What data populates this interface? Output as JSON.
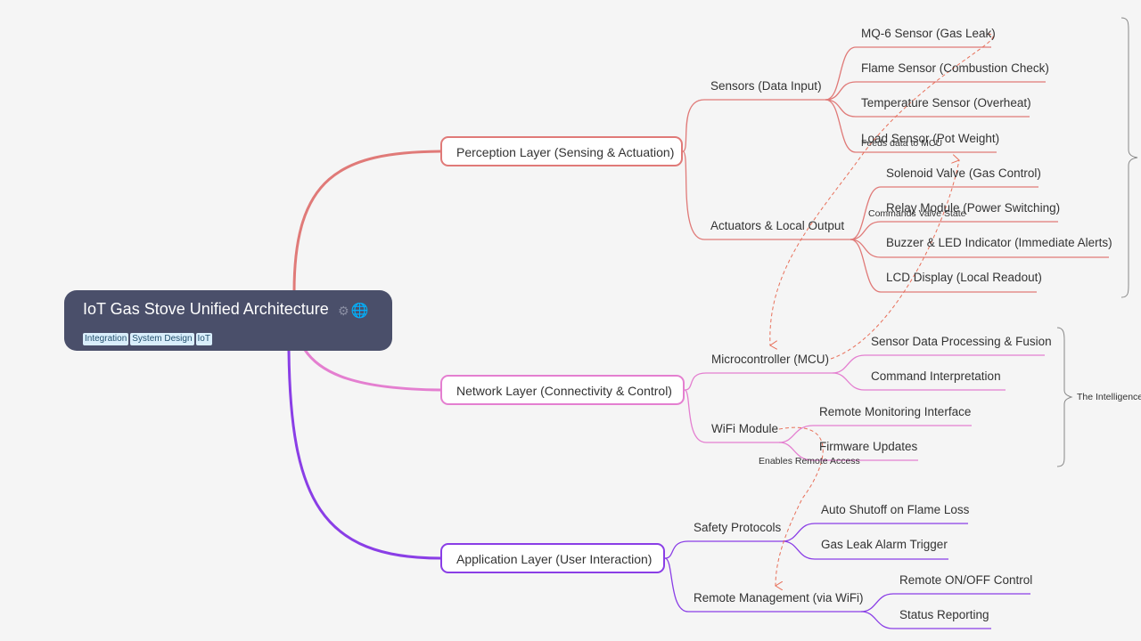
{
  "root": {
    "title": "IoT Gas Stove Unified Architecture",
    "icons": [
      "gear-icon",
      "globe-icon"
    ],
    "tags": [
      "Integration",
      "System Design",
      "IoT"
    ]
  },
  "layers": [
    {
      "label": "Perception Layer (Sensing & Actuation)",
      "color": "#e07a78",
      "groups": [
        {
          "label": "Sensors (Data Input)",
          "items": [
            "MQ-6 Sensor (Gas Leak)",
            "Flame Sensor (Combustion Check)",
            "Temperature Sensor (Overheat)",
            "Load Sensor (Pot Weight)"
          ]
        },
        {
          "label": "Actuators & Local Output",
          "items": [
            "Solenoid Valve (Gas Control)",
            "Relay Module (Power Switching)",
            "Buzzer & LED Indicator (Immediate Alerts)",
            "LCD Display (Local Readout)"
          ]
        }
      ]
    },
    {
      "label": "Network Layer (Connectivity & Control)",
      "color": "#e47fd0",
      "groups": [
        {
          "label": "Microcontroller (MCU)",
          "items": [
            "Sensor Data Processing & Fusion",
            "Command Interpretation"
          ]
        },
        {
          "label": "WiFi Module",
          "items": [
            "Remote Monitoring Interface",
            "Firmware Updates"
          ]
        }
      ]
    },
    {
      "label": "Application Layer (User Interaction)",
      "color": "#8a3ee6",
      "groups": [
        {
          "label": "Safety Protocols",
          "items": [
            "Auto Shutoff on Flame Loss",
            "Gas Leak Alarm Trigger"
          ]
        },
        {
          "label": "Remote Management (via WiFi)",
          "items": [
            "Remote ON/OFF Control",
            "Status Reporting"
          ]
        }
      ]
    }
  ],
  "relationships": [
    {
      "label": "Feeds data to MCU"
    },
    {
      "label": "Commands Valve State"
    },
    {
      "label": "Enables Remote Access"
    }
  ],
  "summaries": [
    {
      "label": ""
    },
    {
      "label": "The Intelligence"
    }
  ],
  "colors": {
    "background": "#f5f5f5",
    "root": "#4a4f6a",
    "relationship": "#e8705a"
  }
}
